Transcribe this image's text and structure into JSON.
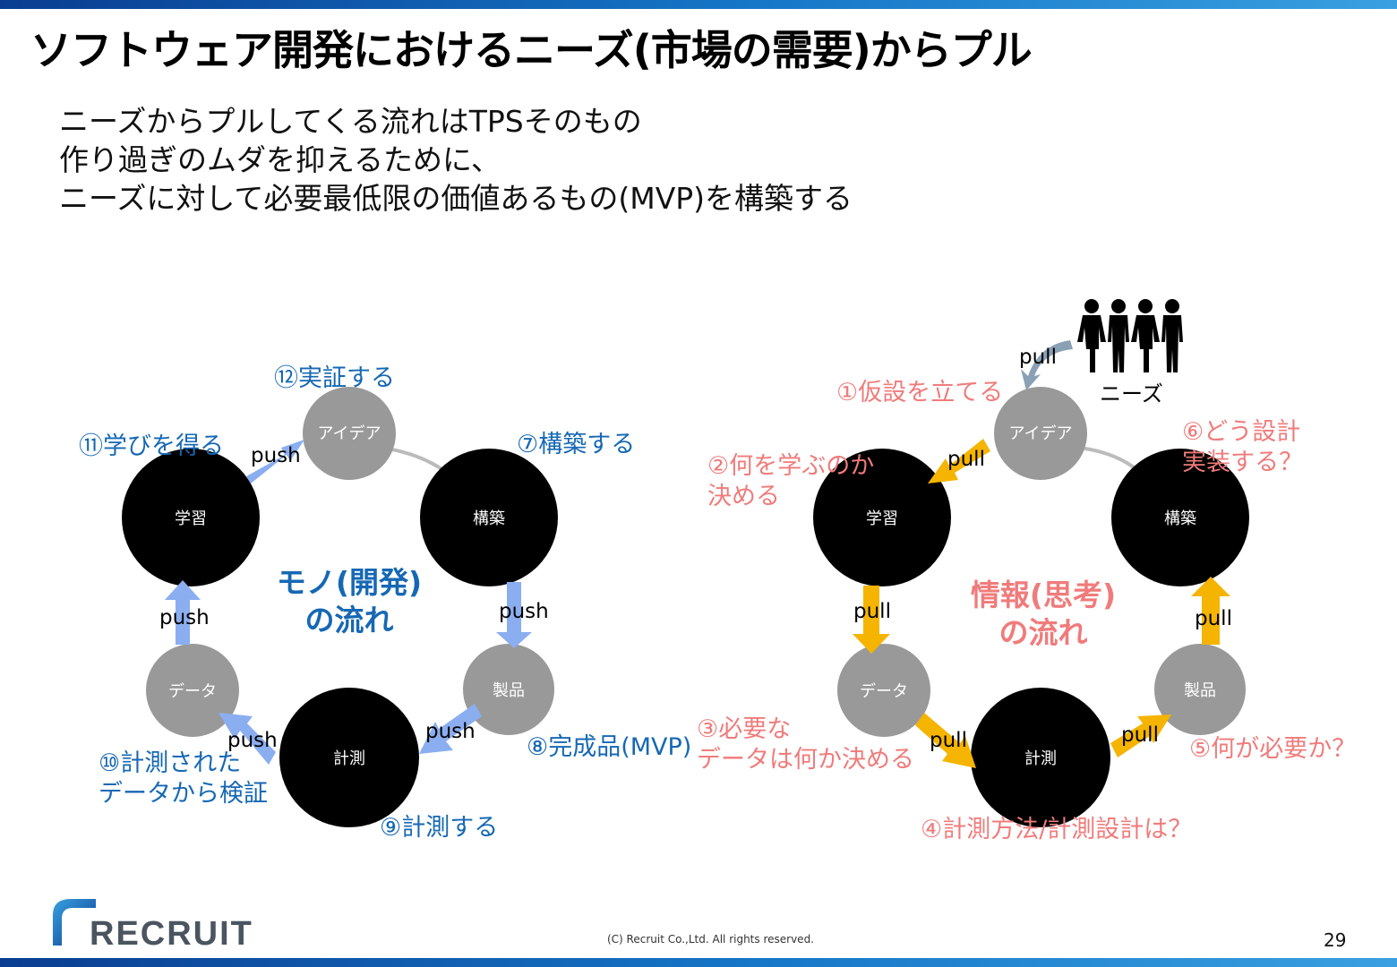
{
  "title": "ソフトウェア開発におけるニーズ(市場の需要)からプル",
  "bullets": [
    "ニーズからプルしてくる流れはTPSそのもの",
    "作り過ぎのムダを抑えるために、",
    "ニーズに対して必要最低限の価値あるもの(MVP)を構築する"
  ],
  "left": {
    "nodes": {
      "idea": "アイデア",
      "learn": "学習",
      "build": "構築",
      "product": "製品",
      "measure": "計測",
      "data": "データ"
    },
    "arrow_label": "push",
    "center": [
      "モノ(開発)",
      "の流れ"
    ],
    "steps": {
      "s7": "⑦構築する",
      "s8": "⑧完成品(MVP)",
      "s9": "⑨計測する",
      "s10a": "⑩計測された",
      "s10b": "データから検証",
      "s11": "⑪学びを得る",
      "s12": "⑫実証する"
    }
  },
  "right": {
    "nodes": {
      "idea": "アイデア",
      "learn": "学習",
      "build": "構築",
      "product": "製品",
      "measure": "計測",
      "data": "データ"
    },
    "arrow_label": "pull",
    "center": [
      "情報(思考)",
      "の流れ"
    ],
    "needs_label": "ニーズ",
    "steps": {
      "s1": "①仮設を立てる",
      "s2a": "②何を学ぶのか",
      "s2b": "決める",
      "s3a": "③必要な",
      "s3b": "データは何か決める",
      "s4": "④計測方法/計測設計は？",
      "s5": "⑤何が必要か？",
      "s6a": "⑥どう設計",
      "s6b": "実装する？"
    }
  },
  "colors": {
    "push_arrow": "#8aaef0",
    "pull_arrow": "#f5b400",
    "gray_node": "#999999",
    "black_node": "#000000",
    "curve_arrow": "#8aa0b4"
  },
  "footer": {
    "logo": "RECRUIT",
    "copyright": "(C) Recruit Co.,Ltd. All rights reserved.",
    "page": "29"
  }
}
